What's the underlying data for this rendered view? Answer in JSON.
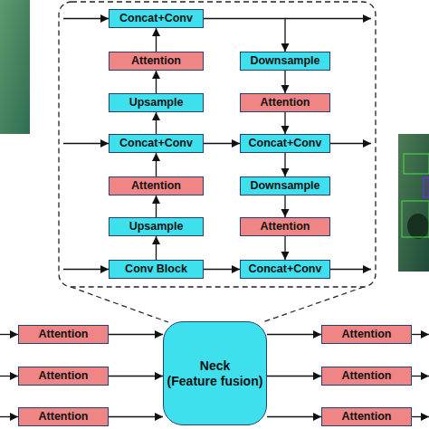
{
  "diagram": {
    "nodes": [
      {
        "text": [
          "Concat+Conv"
        ]
      },
      {
        "text": [
          "Attention"
        ]
      },
      {
        "text": [
          "Downsample"
        ]
      },
      {
        "text": [
          "Upsample"
        ]
      },
      {
        "text": [
          "Attention"
        ]
      },
      {
        "text": [
          "Concat+Conv"
        ]
      },
      {
        "text": [
          "Concat+Conv"
        ]
      },
      {
        "text": [
          "Attention"
        ]
      },
      {
        "text": [
          "Downsample"
        ]
      },
      {
        "text": [
          "Upsample"
        ]
      },
      {
        "text": [
          "Attention"
        ]
      },
      {
        "text": [
          "Conv Block"
        ]
      },
      {
        "text": [
          "Concat+Conv"
        ]
      },
      {
        "text": [
          "Attention"
        ]
      },
      {
        "text": [
          "Neck",
          "(Feature fusion)"
        ]
      },
      {
        "text": [
          "Attention"
        ]
      },
      {
        "text": [
          "Attention"
        ]
      },
      {
        "text": [
          "Attention"
        ]
      },
      {
        "text": [
          "Attention"
        ]
      },
      {
        "text": [
          "Attention"
        ]
      }
    ],
    "edges": [
      {
        "from": 11,
        "to": 9,
        "arrow": "to"
      },
      {
        "from": 9,
        "to": 7,
        "arrow": "to"
      },
      {
        "from": 7,
        "to": 5,
        "arrow": "to"
      },
      {
        "from": 5,
        "to": 3,
        "arrow": "to"
      },
      {
        "from": 3,
        "to": 1,
        "arrow": "to"
      },
      {
        "from": 1,
        "to": 0,
        "arrow": "to"
      },
      {
        "from": 0,
        "to": 2,
        "arrow": "to"
      },
      {
        "from": 2,
        "to": 4,
        "arrow": "to"
      },
      {
        "from": 4,
        "to": 6,
        "arrow": "to"
      },
      {
        "from": 6,
        "to": 8,
        "arrow": "to"
      },
      {
        "from": 8,
        "to": 10,
        "arrow": "to"
      },
      {
        "from": 10,
        "to": 12,
        "arrow": "to"
      },
      {
        "from": 5,
        "to": 6,
        "arrow": "to"
      },
      {
        "from": 11,
        "to": 12,
        "arrow": "to"
      },
      {
        "from": 13,
        "to": 14,
        "arrow": "to"
      },
      {
        "from": 16,
        "to": 14,
        "arrow": "to"
      },
      {
        "from": 18,
        "to": 14,
        "arrow": "to"
      },
      {
        "from": 14,
        "to": 15,
        "arrow": "to"
      },
      {
        "from": 14,
        "to": 17,
        "arrow": "to"
      },
      {
        "from": 14,
        "to": 19,
        "arrow": "to"
      }
    ]
  }
}
